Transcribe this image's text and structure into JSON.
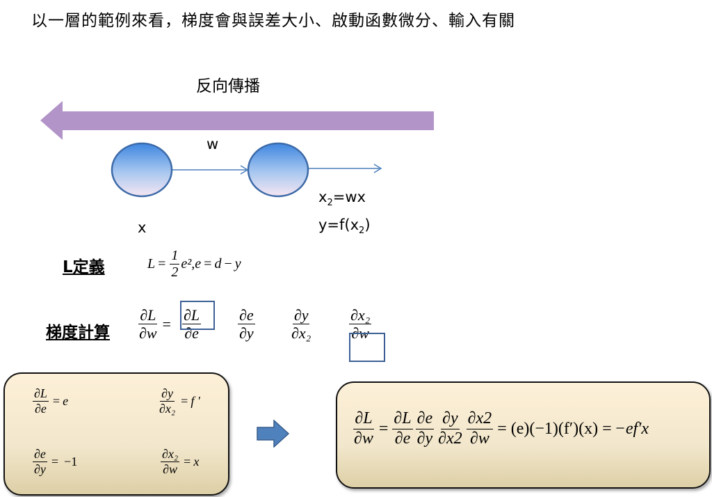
{
  "title": "以一層的範例來看，梯度會與誤差大小、啟動函數微分、輸入有關",
  "backprop_label": "反向傳播",
  "colors": {
    "arrow": "#b294c8",
    "node_border": "#3d6aa8",
    "edge": "#4a7ebb",
    "block_arrow": "#4f81bd"
  },
  "network": {
    "weight_label": "w",
    "input_label": "x",
    "eq1_pre": "x",
    "eq1_sub": "2",
    "eq1_post": "=wx",
    "eq2_pre": "y=f(x",
    "eq2_sub": "2",
    "eq2_post": ")"
  },
  "loss_def": {
    "label": "L定義",
    "formula": [
      {
        "t": "L"
      },
      {
        "op": "="
      },
      {
        "num": "1",
        "den": "2"
      },
      {
        "t": "e²"
      },
      {
        "t": ","
      },
      {
        "t": "e"
      },
      {
        "op": "="
      },
      {
        "t": "d"
      },
      {
        "op": "−"
      },
      {
        "t": "y"
      }
    ]
  },
  "gradient": {
    "label": "梯度計算",
    "lhs": {
      "num": "∂L",
      "den": "∂w"
    },
    "eq": "=",
    "factors": [
      {
        "num": "∂L",
        "den": "∂e"
      },
      {
        "num": "∂e",
        "den": "∂y"
      },
      {
        "num": "∂y",
        "den": "∂x₂"
      },
      {
        "num": "∂x₂",
        "den": "∂w"
      }
    ]
  },
  "partials": [
    [
      {
        "num": "∂L",
        "den": "∂e"
      },
      {
        "op": "="
      },
      {
        "t": "e"
      }
    ],
    [
      {
        "num": "∂y",
        "den": "∂x₂"
      },
      {
        "op": "="
      },
      {
        "t": "f ′"
      }
    ],
    [
      {
        "num": "∂e",
        "den": "∂y"
      },
      {
        "op": "="
      },
      {
        "op": "−1"
      }
    ],
    [
      {
        "num": "∂x₂",
        "den": "∂w"
      },
      {
        "op": "="
      },
      {
        "t": "x"
      }
    ]
  ],
  "result": [
    {
      "num": "∂L",
      "den": "∂w"
    },
    {
      "op": "="
    },
    {
      "num": "∂L",
      "den": "∂e"
    },
    {
      "num": "∂e",
      "den": "∂y"
    },
    {
      "num": "∂y",
      "den": "∂x2"
    },
    {
      "num": "∂x2",
      "den": "∂w"
    },
    {
      "op": "= (e)(−1)(f′)(x) ="
    },
    {
      "t": "−ef′x"
    }
  ]
}
